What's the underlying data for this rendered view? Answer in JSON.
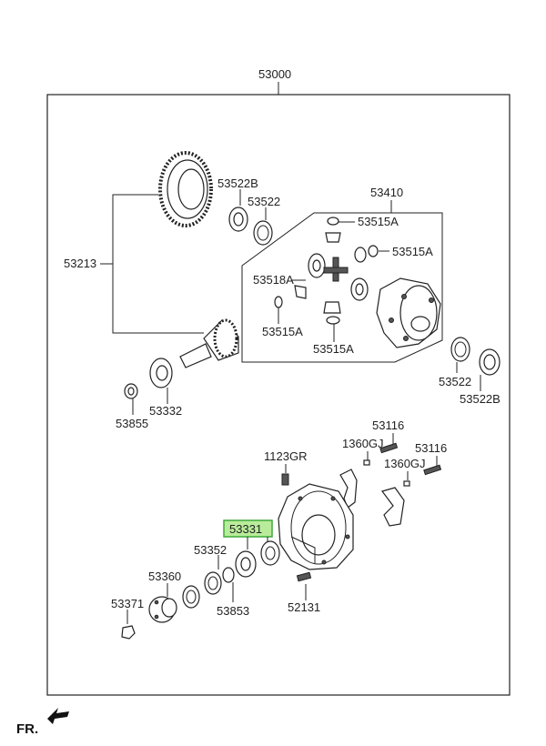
{
  "assembly_label": "53000",
  "subassembly_label": "53410",
  "highlighted_part": "53331",
  "front_indicator": "FR.",
  "highlight_color": "#b9ec9a",
  "parts": {
    "p53522B_top": "53522B",
    "p53522_top": "53522",
    "p53213": "53213",
    "p53515A_1": "53515A",
    "p53515A_2": "53515A",
    "p53518A": "53518A",
    "p53515A_3": "53515A",
    "p53515A_4": "53515A",
    "p53522_bottom": "53522",
    "p53522B_bottom": "53522B",
    "p53855": "53855",
    "p53332": "53332",
    "p53116_1": "53116",
    "p1360GJ_1": "1360GJ",
    "p53116_2": "53116",
    "p1123GR": "1123GR",
    "p1360GJ_2": "1360GJ",
    "p53331": "53331",
    "p53352": "53352",
    "p53360": "53360",
    "p53371": "53371",
    "p53853": "53853",
    "p52131": "52131"
  }
}
